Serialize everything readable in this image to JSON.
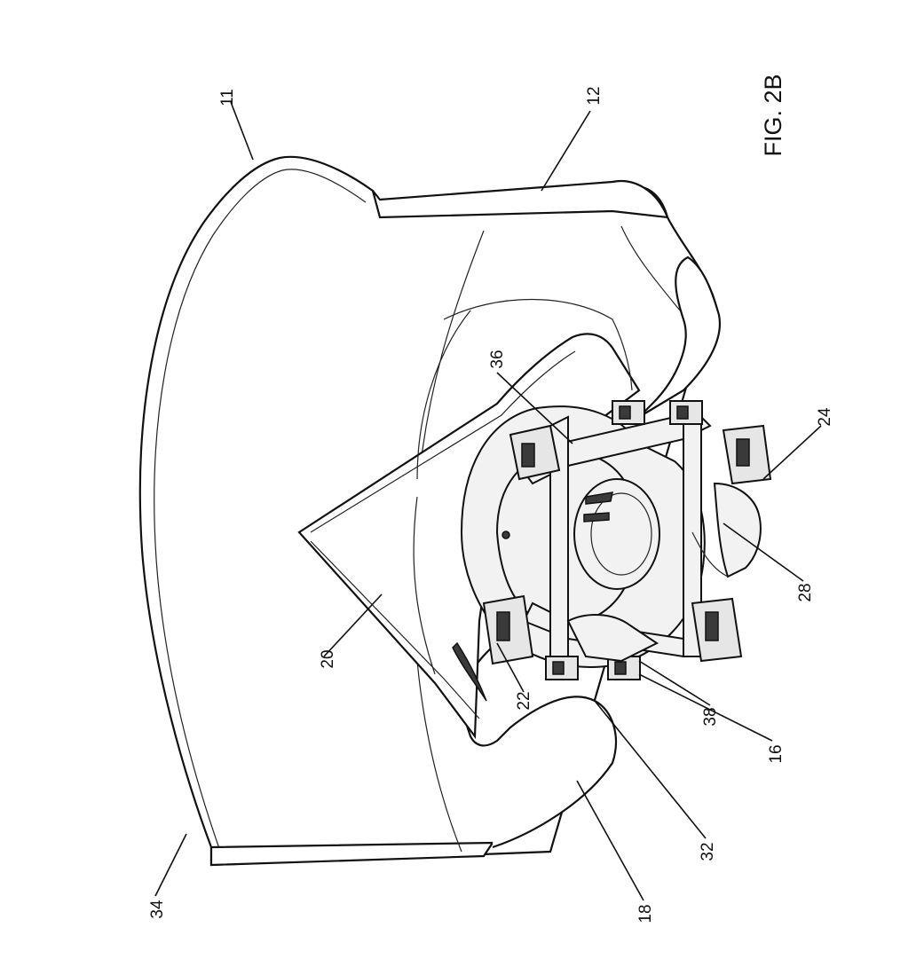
{
  "figure": {
    "label": "FIG. 2B",
    "reference_numerals": [
      "11",
      "12",
      "36",
      "24",
      "28",
      "20",
      "22",
      "38",
      "16",
      "32",
      "18",
      "34"
    ]
  },
  "colors": {
    "ink": "#111111",
    "background": "#ffffff"
  }
}
